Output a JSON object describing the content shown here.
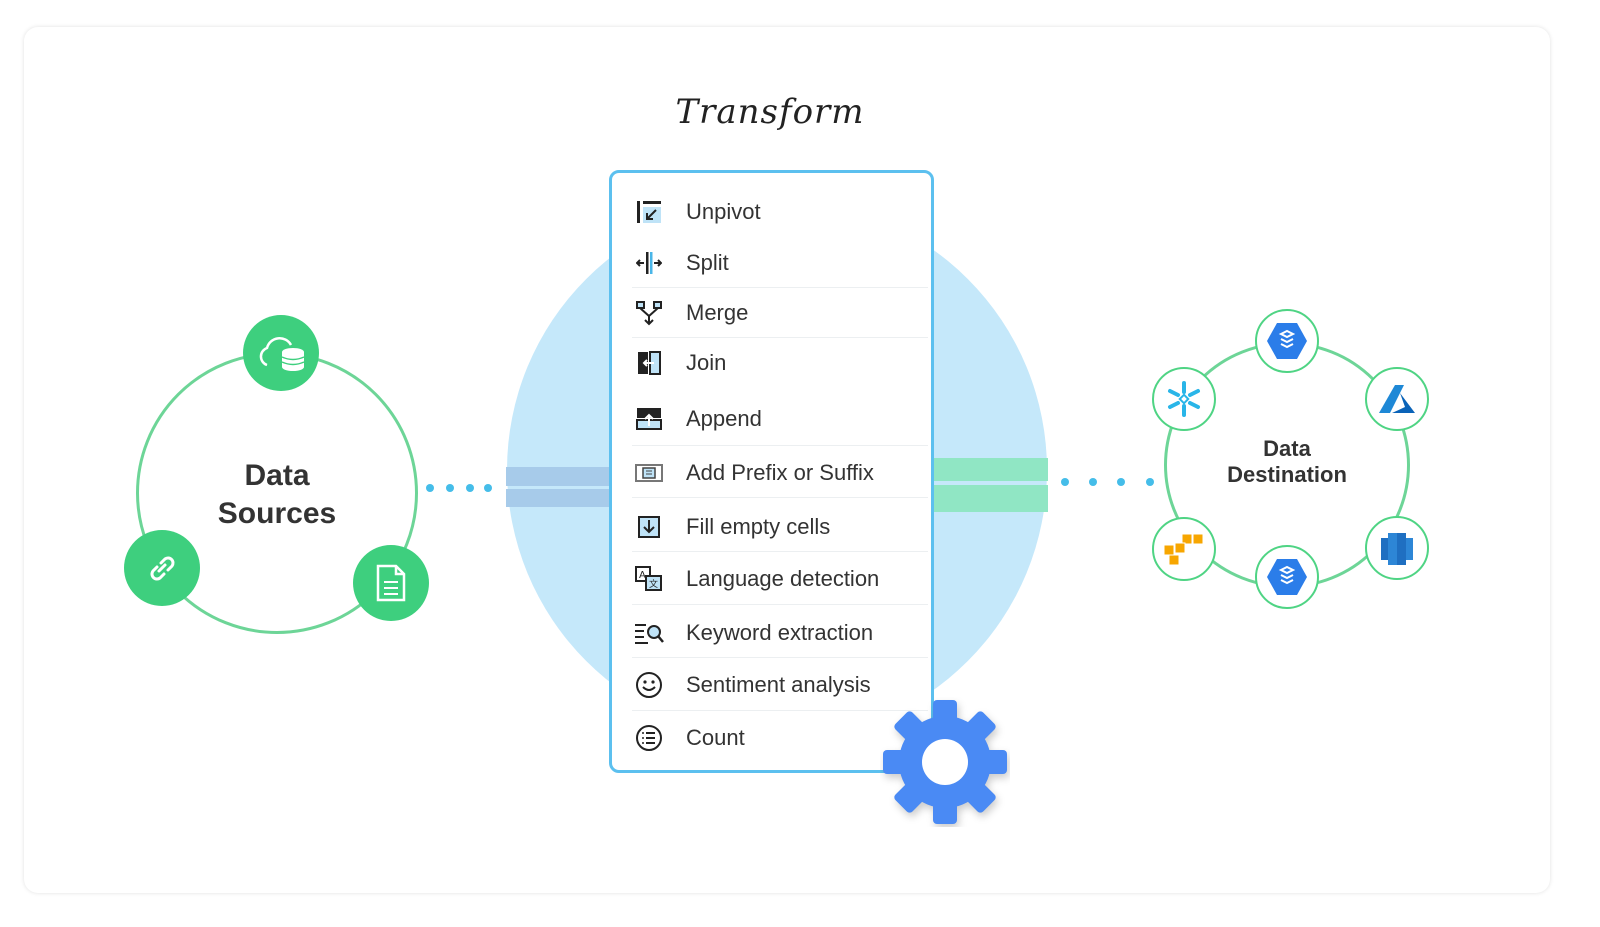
{
  "title": "Transform",
  "sources": {
    "label_line1": "Data",
    "label_line2": "Sources",
    "icons": [
      "cloud-database-icon",
      "link-icon",
      "document-icon"
    ]
  },
  "destination": {
    "label_line1": "Data",
    "label_line2": "Destination",
    "icons": [
      "bigquery-icon",
      "azure-icon",
      "redshift-icon",
      "bigquery-icon",
      "aws-icon",
      "snowflake-icon"
    ]
  },
  "transform_items": [
    {
      "label": "Unpivot",
      "icon": "unpivot-icon"
    },
    {
      "label": "Split",
      "icon": "split-icon"
    },
    {
      "label": "Merge",
      "icon": "merge-icon"
    },
    {
      "label": "Join",
      "icon": "join-icon"
    },
    {
      "label": "Append",
      "icon": "append-icon"
    },
    {
      "label": "Add Prefix or Suffix",
      "icon": "prefix-suffix-icon"
    },
    {
      "label": "Fill empty cells",
      "icon": "fill-icon"
    },
    {
      "label": "Language detection",
      "icon": "language-icon"
    },
    {
      "label": "Keyword extraction",
      "icon": "keyword-icon"
    },
    {
      "label": "Sentiment analysis",
      "icon": "smile-icon"
    },
    {
      "label": "Count",
      "icon": "count-icon"
    }
  ],
  "colors": {
    "green": "#3ecf7e",
    "blue_border": "#5cc0ef",
    "circle_bg": "#c5e8fa",
    "gear": "#4a8af4"
  }
}
